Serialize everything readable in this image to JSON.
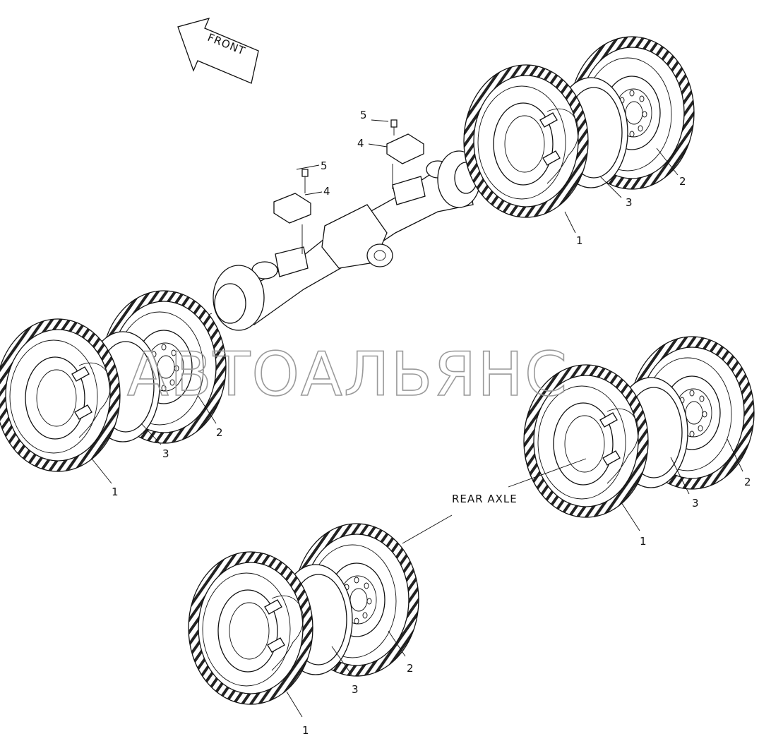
{
  "direction_label": "FRONT",
  "axle_label": "REAR AXLE",
  "watermark": "АВТОАЛЬЯНС",
  "callouts": [
    "1",
    "2",
    "3",
    "4",
    "5"
  ]
}
